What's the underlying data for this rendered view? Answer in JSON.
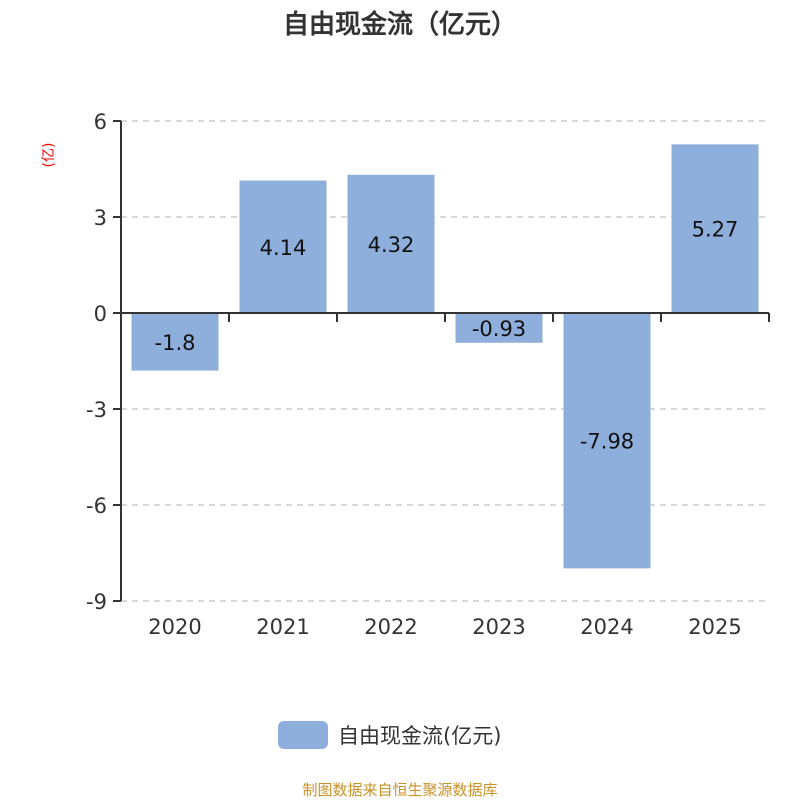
{
  "chart_data": {
    "type": "bar",
    "title": "自由现金流（亿元）",
    "ylabel": "(亿)",
    "xlabel": "",
    "categories": [
      "2020",
      "2021",
      "2022",
      "2023",
      "2024",
      "2025"
    ],
    "values": [
      -1.8,
      4.14,
      4.32,
      -0.93,
      -7.98,
      5.27
    ],
    "data_labels": [
      "-1.8",
      "4.14",
      "4.32",
      "-0.93",
      "-7.98",
      "5.27"
    ],
    "ylim": [
      -9,
      6
    ],
    "yticks": [
      6,
      3,
      0,
      -3,
      -6,
      -9
    ],
    "grid": true,
    "legend": {
      "label": "自由现金流(亿元)",
      "placement": "bottom"
    },
    "bar_color": "#8eaedb",
    "source": "制图数据来自恒生聚源数据库"
  }
}
